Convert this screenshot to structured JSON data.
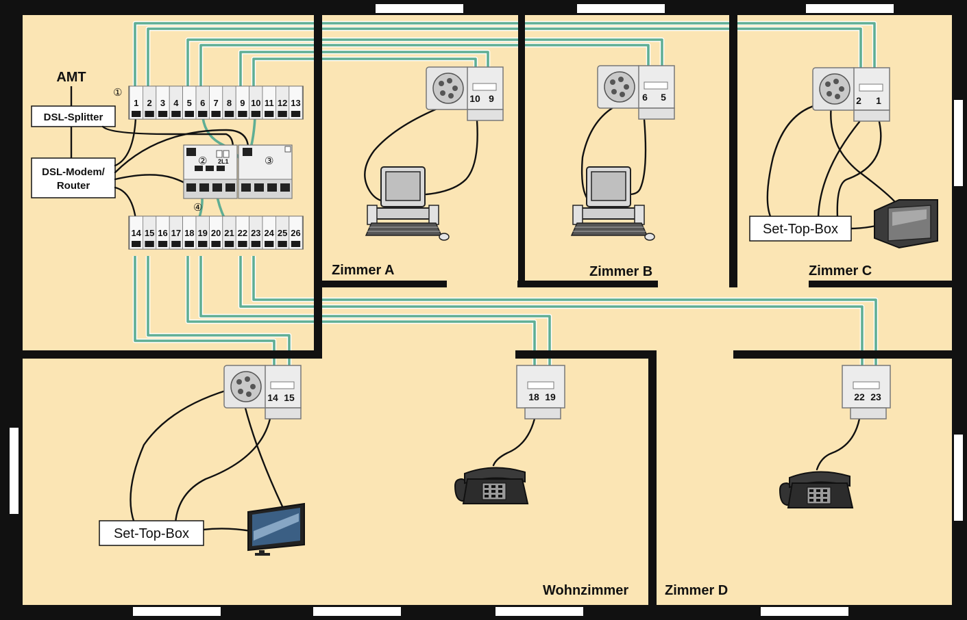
{
  "labels": {
    "amt": "AMT",
    "dsl_splitter": "DSL-Splitter",
    "dsl_modem_line1": "DSL-Modem/",
    "dsl_modem_line2": "Router",
    "set_top_box": "Set-Top-Box",
    "circled": [
      "①",
      "②",
      "③",
      "④"
    ],
    "switch_small": "2L1"
  },
  "rooms": {
    "zimmer_a": "Zimmer A",
    "zimmer_b": "Zimmer B",
    "zimmer_c": "Zimmer C",
    "zimmer_d": "Zimmer D",
    "wohnzimmer": "Wohnzimmer"
  },
  "patch_panel_top": [
    "1",
    "2",
    "3",
    "4",
    "5",
    "6",
    "7",
    "8",
    "9",
    "10",
    "11",
    "12",
    "13"
  ],
  "patch_panel_bottom": [
    "14",
    "15",
    "16",
    "17",
    "18",
    "19",
    "20",
    "21",
    "22",
    "23",
    "24",
    "25",
    "26"
  ],
  "sockets": {
    "zimmer_a": [
      "10",
      "9"
    ],
    "zimmer_b": [
      "6",
      "5"
    ],
    "zimmer_c": [
      "2",
      "1"
    ],
    "wohnzimmer": [
      "14",
      "15"
    ],
    "wohnzimmer_phone": [
      "18",
      "19"
    ],
    "zimmer_d": [
      "22",
      "23"
    ]
  }
}
